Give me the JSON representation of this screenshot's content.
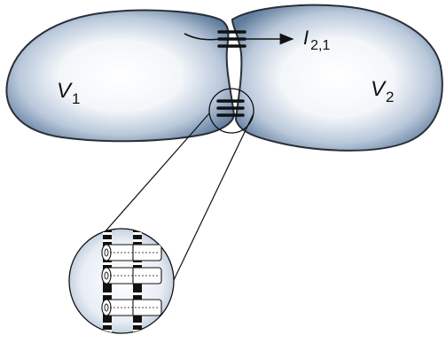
{
  "cell_left": {
    "symbol": "V",
    "subscript": "1"
  },
  "cell_right": {
    "symbol": "V",
    "subscript": "2"
  },
  "current": {
    "symbol": "I",
    "subscript": "2,1"
  },
  "colors": {
    "cell_edge": "#5e7a9c",
    "cell_center": "#ffffff",
    "outline": "#2a2f38",
    "junction": "#111111"
  }
}
